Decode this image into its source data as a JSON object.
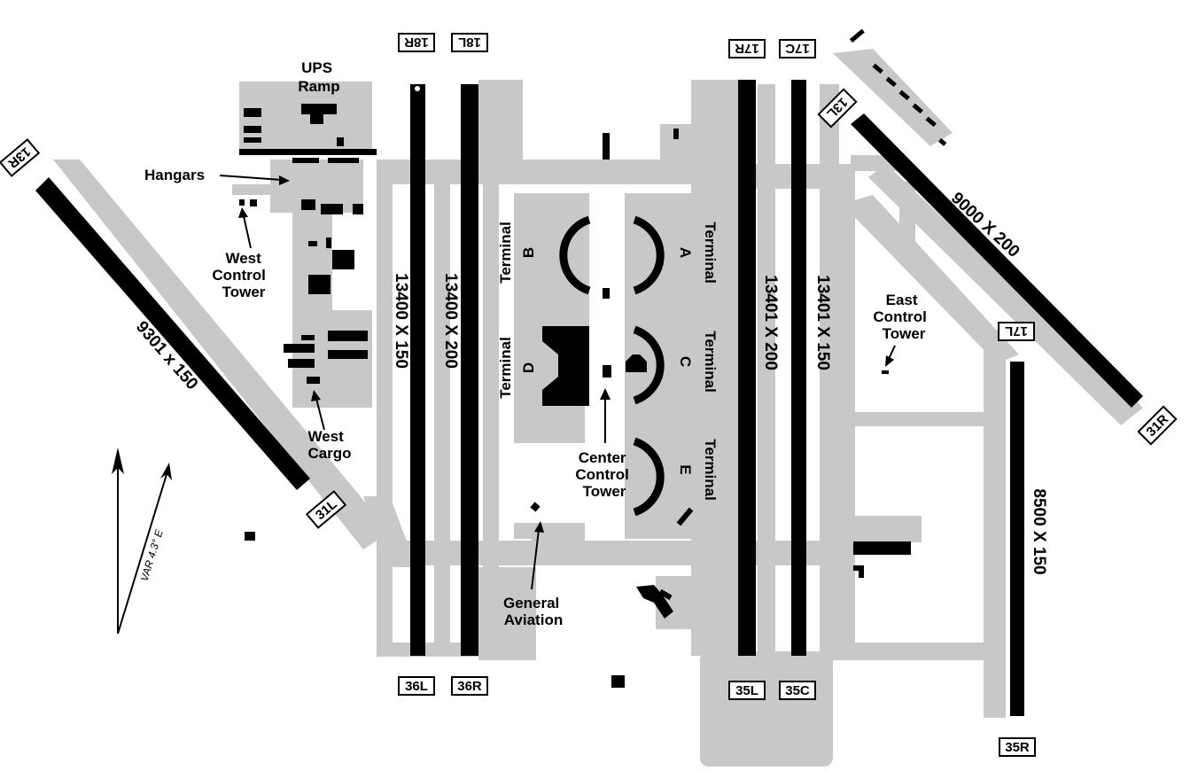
{
  "map": {
    "runways": [
      {
        "id": "rw-18R-36L",
        "ends": [
          "18R",
          "36L"
        ],
        "dims": "13400 X 150"
      },
      {
        "id": "rw-18L-36R",
        "ends": [
          "18L",
          "36R"
        ],
        "dims": "13400 X 200"
      },
      {
        "id": "rw-17R-35L",
        "ends": [
          "17R",
          "35L"
        ],
        "dims": "13401 X 200"
      },
      {
        "id": "rw-17C-35C",
        "ends": [
          "17C",
          "35C"
        ],
        "dims": "13401 X 150"
      },
      {
        "id": "rw-17L-35R",
        "ends": [
          "17L",
          "35R"
        ],
        "dims": "8500 X 150"
      },
      {
        "id": "rw-13R-31L",
        "ends": [
          "13R",
          "31L"
        ],
        "dims": "9301 x 150"
      },
      {
        "id": "rw-13L-31R",
        "ends": [
          "13L",
          "31R"
        ],
        "dims": "9000 X 200"
      }
    ],
    "labels": {
      "ups_ramp": [
        "UPS",
        "Ramp"
      ],
      "hangars": "Hangars",
      "west_tower": [
        "West",
        "Control",
        "Tower"
      ],
      "west_cargo": [
        "West",
        "Cargo"
      ],
      "center_tower": [
        "Center",
        "Control",
        "Tower"
      ],
      "east_tower": [
        "East",
        "Control",
        "Tower"
      ],
      "general_aviation": [
        "General",
        "Aviation"
      ],
      "terminal_word": "Terminal",
      "terminal_letters": [
        "A",
        "B",
        "C",
        "D",
        "E"
      ]
    },
    "variation": "VAR 4.3° E",
    "colors": {
      "pavement": "#c8c8c8",
      "runway": "#000000",
      "background": "#ffffff"
    }
  }
}
